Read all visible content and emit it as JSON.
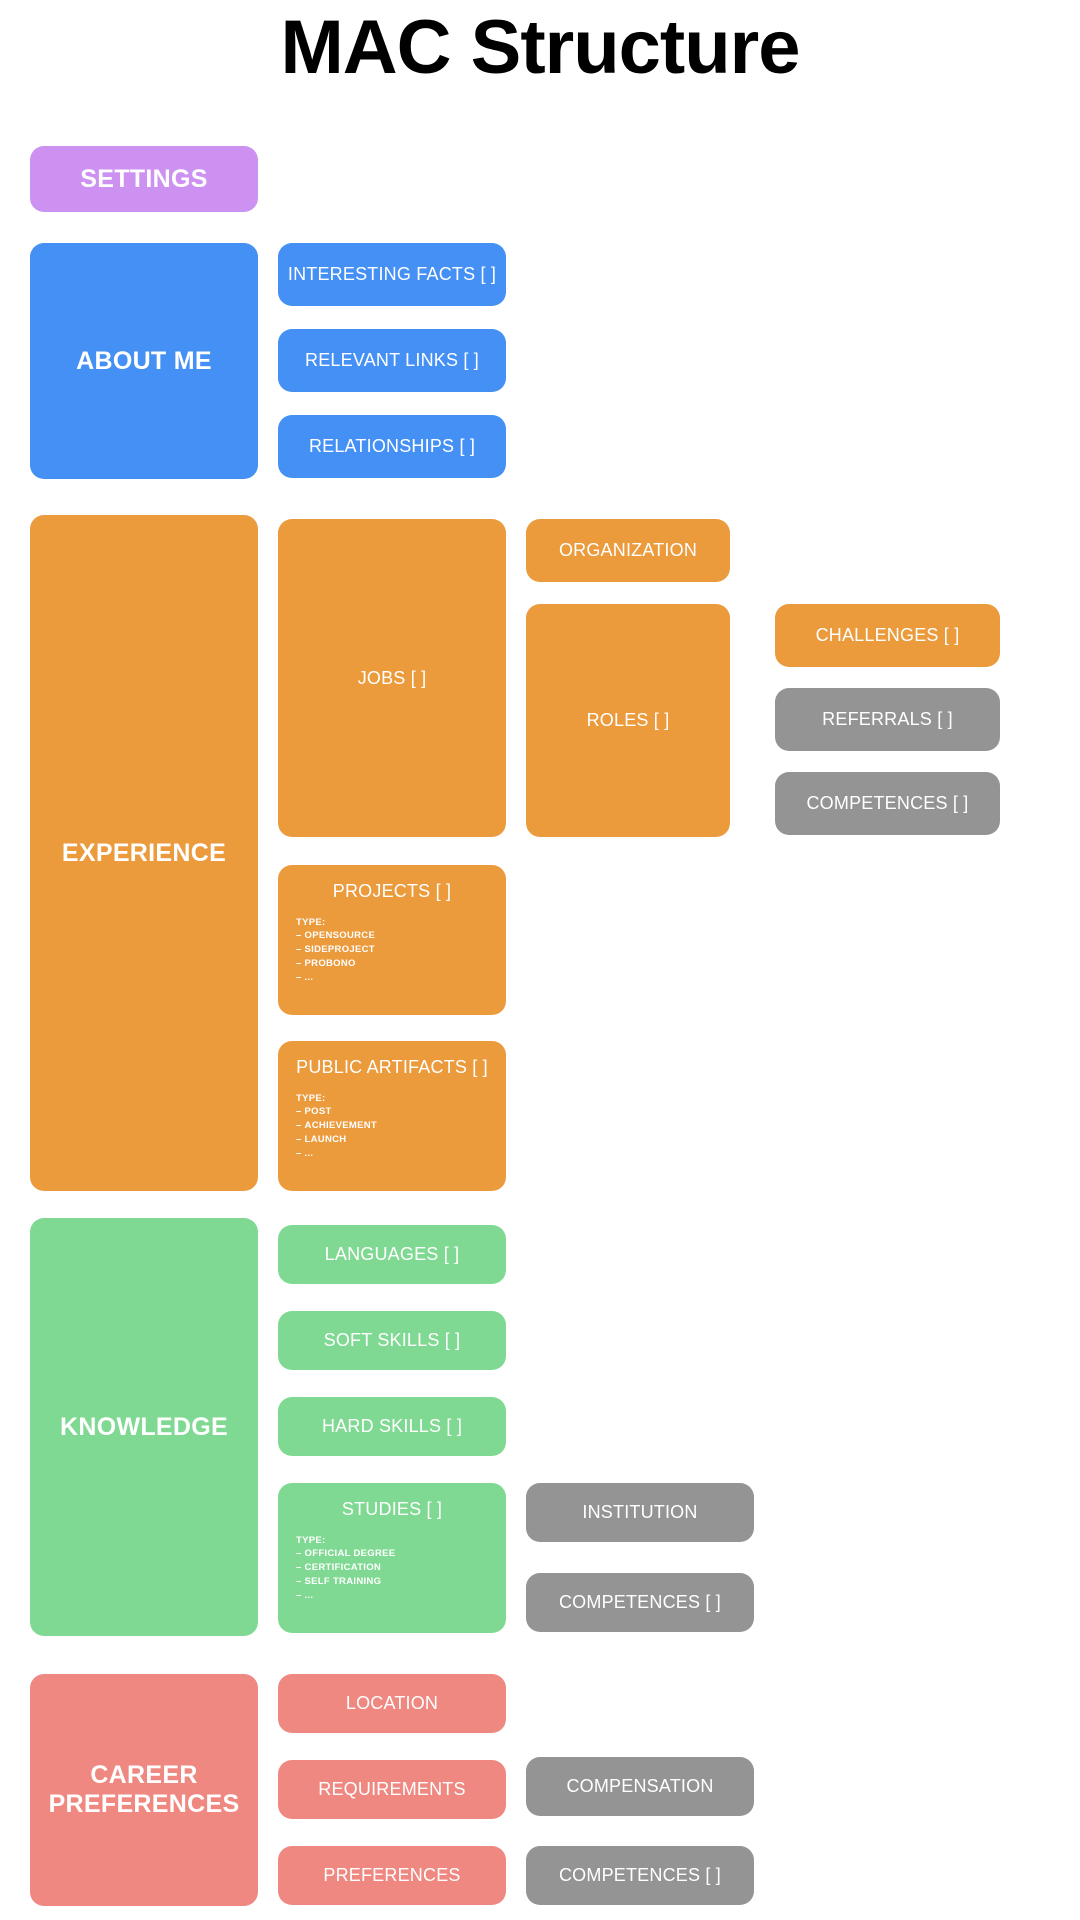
{
  "title": "MAC Structure",
  "colors": {
    "purple": "#cd91f2",
    "blue": "#4490f5",
    "orange": "#eb9a3c",
    "green": "#80d992",
    "red": "#ee8880",
    "gray": "#949494",
    "background": "#ffffff",
    "title_text": "#000000",
    "node_text": "#ffffff"
  },
  "sections": {
    "settings": {
      "label": "SETTINGS"
    },
    "about_me": {
      "label": "ABOUT ME",
      "children": [
        {
          "label": "INTERESTING FACTS [ ]"
        },
        {
          "label": "RELEVANT LINKS [ ]"
        },
        {
          "label": "RELATIONSHIPS [ ]"
        }
      ]
    },
    "experience": {
      "label": "EXPERIENCE",
      "jobs": {
        "label": "JOBS [ ]"
      },
      "organization": {
        "label": "ORGANIZATION"
      },
      "roles": {
        "label": "ROLES [ ]"
      },
      "challenges": {
        "label": "CHALLENGES [ ]"
      },
      "referrals": {
        "label": "REFERRALS [ ]"
      },
      "competences": {
        "label": "COMPETENCES [ ]"
      },
      "projects": {
        "label": "PROJECTS [ ]",
        "type_heading": "TYPE:",
        "types": [
          "OPENSOURCE",
          "SIDEPROJECT",
          "PROBONO",
          "..."
        ]
      },
      "public_artifacts": {
        "label": "PUBLIC ARTIFACTS [ ]",
        "type_heading": "TYPE:",
        "types": [
          "POST",
          "ACHIEVEMENT",
          "LAUNCH",
          "..."
        ]
      }
    },
    "knowledge": {
      "label": "KNOWLEDGE",
      "languages": {
        "label": "LANGUAGES [ ]"
      },
      "soft_skills": {
        "label": "SOFT SKILLS [ ]"
      },
      "hard_skills": {
        "label": "HARD SKILLS [ ]"
      },
      "studies": {
        "label": "STUDIES [ ]",
        "type_heading": "TYPE:",
        "types": [
          "OFFICIAL DEGREE",
          "CERTIFICATION",
          "SELF TRAINING",
          "..."
        ]
      },
      "institution": {
        "label": "INSTITUTION"
      },
      "competences": {
        "label": "COMPETENCES [ ]"
      }
    },
    "career_preferences": {
      "label": "CAREER\nPREFERENCES",
      "label_line1": "CAREER",
      "label_line2": "PREFERENCES",
      "location": {
        "label": "LOCATION"
      },
      "requirements": {
        "label": "REQUIREMENTS"
      },
      "preferences": {
        "label": "PREFERENCES"
      },
      "compensation": {
        "label": "COMPENSATION"
      },
      "competences": {
        "label": "COMPETENCES [ ]"
      }
    }
  }
}
